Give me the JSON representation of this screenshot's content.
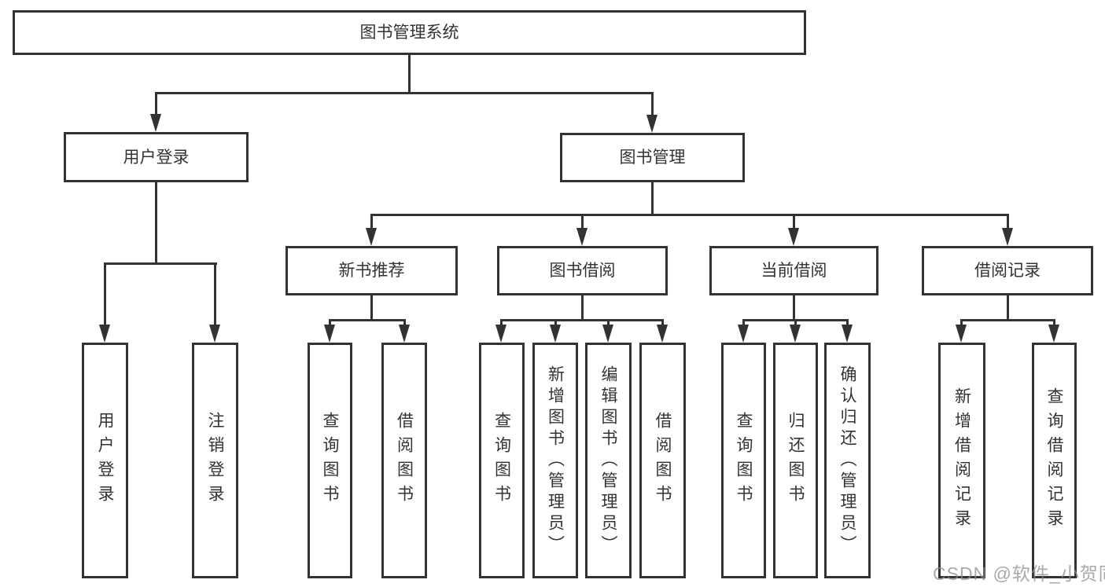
{
  "diagram": {
    "root": "图书管理系统",
    "level1": {
      "user_login": "用户登录",
      "book_mgmt": "图书管理"
    },
    "level2": {
      "new_book": "新书推荐",
      "borrow": "图书借阅",
      "current": "当前借阅",
      "records": "借阅记录"
    },
    "leaves": {
      "user_login": "用户登录",
      "logout": "注销登录",
      "nb_query": "查询图书",
      "nb_borrow": "借阅图书",
      "bb_query": "查询图书",
      "bb_add": "新增图书（管理员）",
      "bb_edit": "编辑图书（管理员）",
      "bb_borrow": "借阅图书",
      "cb_query": "查询图书",
      "cb_return": "归还图书",
      "cb_confirm": "确认归还（管理员）",
      "br_add": "新增借阅记录",
      "br_query": "查询借阅记录"
    }
  },
  "watermark": "CSDN @软件_小贺同学",
  "colors": {
    "line": "#333333",
    "text": "#333333",
    "box_background": "#ffffff",
    "watermark": "#8c8c8c",
    "page_background": "#ffffff"
  }
}
